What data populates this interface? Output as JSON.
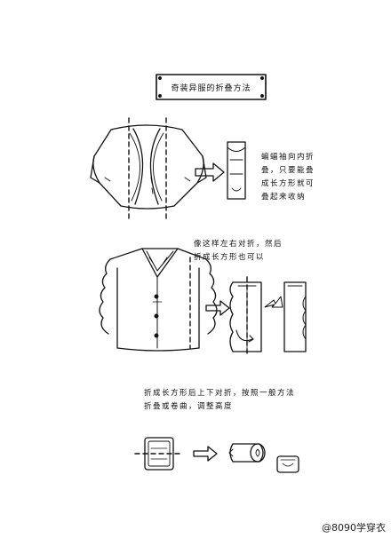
{
  "title": "奇装异服的折叠方法",
  "steps": {
    "bat_sleeve_note": "蝙蝠袖向内折\n叠，只要能叠\n成长方形就可\n叠起来收纳",
    "vest_note": "像这样左右对折，然后\n折成长方形也可以",
    "rectangle_note": "折成长方形后上下对折，按照一般方法\n折叠或卷曲，调整高度"
  },
  "watermark": "@8090学穿衣",
  "colors": {
    "ink": "#111111",
    "paper": "#ffffff"
  }
}
